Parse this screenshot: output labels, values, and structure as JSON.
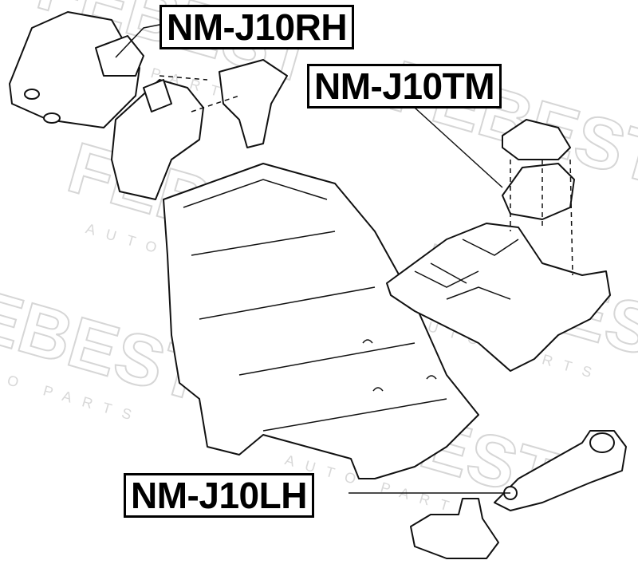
{
  "labels": {
    "rh": "NM-J10RH",
    "tm": "NM-J10TM",
    "lh": "NM-J10LH"
  },
  "watermark": {
    "brand": "FEBEST",
    "tagline": "AUTO PARTS"
  }
}
